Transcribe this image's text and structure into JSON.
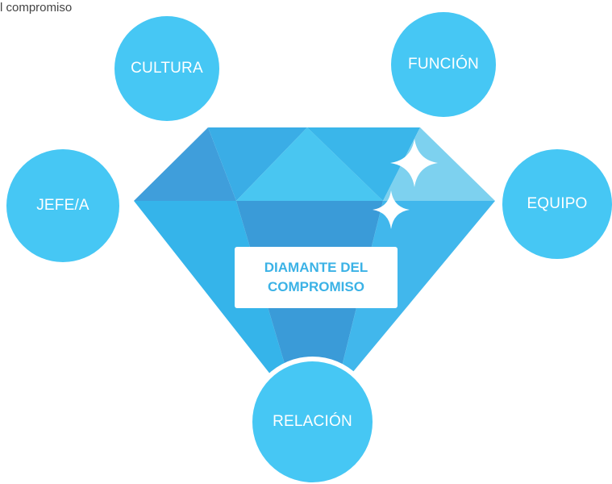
{
  "title": "l compromiso",
  "center": {
    "line1": "DIAMANTE DEL",
    "line2": "COMPROMISO"
  },
  "nodes": {
    "cultura": "CULTURA",
    "funcion": "FUNCIÓN",
    "jefe": "JEFE/A",
    "equipo": "EQUIPO",
    "relacion": "RELACIÓN"
  },
  "colors": {
    "node": "#46c7f4",
    "diamond_base": "#36b8ec",
    "diamond_dark": "#3a9fdc",
    "diamond_light": "#7ad3f0",
    "center_text": "#3bb2e6"
  }
}
